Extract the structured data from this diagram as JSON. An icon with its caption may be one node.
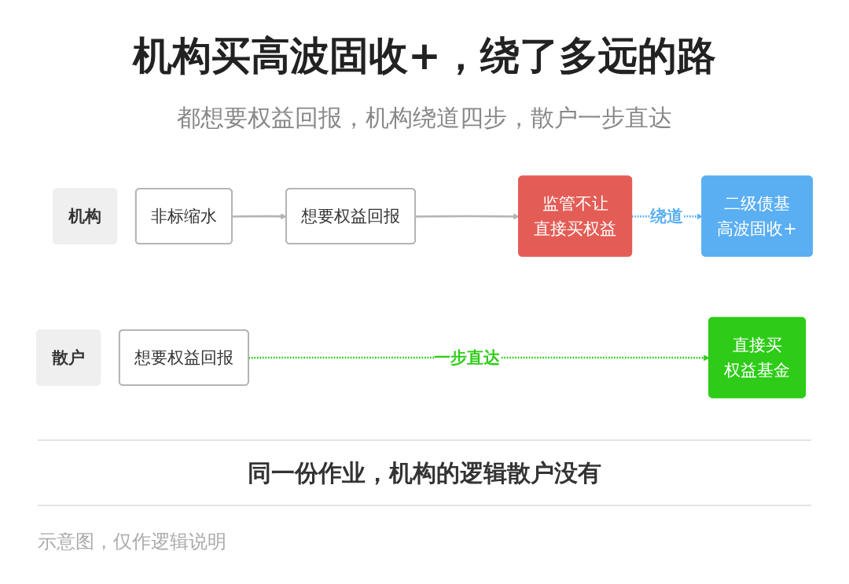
{
  "diagram": {
    "title": "机构买高波固收+，绕了多远的路",
    "nodes": [
      {
        "text": [
          "机构"
        ]
      },
      {
        "text": [
          "非标缩水"
        ]
      },
      {
        "text": [
          "想要权益回报"
        ]
      },
      {
        "text": [
          "监管不让直接买权益"
        ]
      },
      {
        "text": [
          "二级债基高波固收+"
        ]
      },
      {
        "text": [
          "散户"
        ]
      },
      {
        "text": [
          "想要权益回报"
        ]
      },
      {
        "text": [
          "直接买权益基金"
        ]
      }
    ],
    "edges": [
      {
        "from": 1,
        "to": 2,
        "arrow": "to"
      },
      {
        "from": 2,
        "to": 3,
        "arrow": "to"
      },
      {
        "from": 3,
        "to": 4,
        "arrow": "to",
        "label": "绕道",
        "style": "dashed",
        "color": "#5aaef2"
      },
      {
        "from": 6,
        "to": 7,
        "arrow": "to",
        "label": "一步直达",
        "style": "dashed",
        "color": "#2ecc18"
      }
    ],
    "labels": [
      "都想要权益回报，机构绕道四步，散户一步直达",
      "同一份作业，机构的逻辑散户没有",
      "示意图，仅作逻辑说明"
    ]
  }
}
